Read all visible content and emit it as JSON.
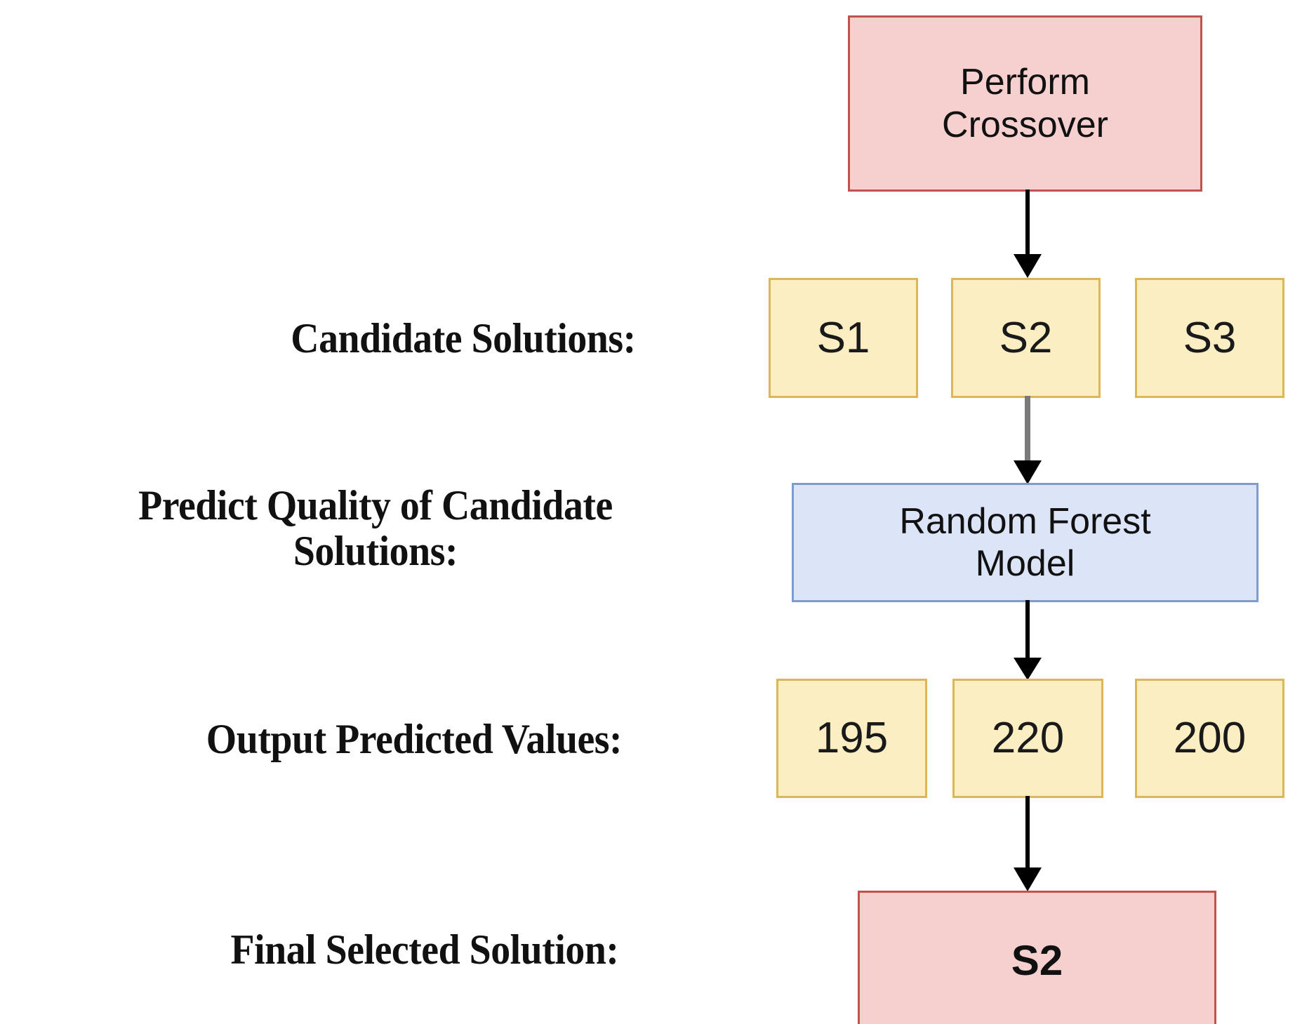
{
  "diagram": {
    "title": "Crossover and Random Forest based candidate solution selection flow",
    "colors": {
      "pink_fill": "#f6cfcf",
      "pink_border": "#c0524f",
      "yellow_fill": "#fbeec2",
      "yellow_border": "#dcb659",
      "blue_fill": "#dbe5f7",
      "blue_border": "#7d9dd0",
      "arrow_black": "#000000",
      "arrow_gray": "#7a7a7a",
      "background": "#ffffff",
      "text": "#111111"
    },
    "stage_labels": [
      {
        "id": "candidate-solutions",
        "text": "Candidate Solutions:"
      },
      {
        "id": "predict-quality",
        "text": "Predict Quality of Candidate\nSolutions:"
      },
      {
        "id": "output-predicted-values",
        "text": "Output Predicted Values:"
      },
      {
        "id": "final-selected-solution",
        "text": "Final Selected Solution:"
      }
    ],
    "nodes": {
      "perform_crossover": {
        "label": "Perform\nCrossover",
        "style": "pink"
      },
      "random_forest": {
        "label": "Random Forest\nModel",
        "style": "blue"
      },
      "final_solution": {
        "label": "S2",
        "style": "pink-bold"
      }
    },
    "candidate_solutions": [
      {
        "label": "S1"
      },
      {
        "label": "S2"
      },
      {
        "label": "S3"
      }
    ],
    "predicted_values": [
      {
        "label": "195"
      },
      {
        "label": "220"
      },
      {
        "label": "200"
      }
    ],
    "arrows": [
      {
        "id": "crossover-to-s2",
        "from": "perform_crossover",
        "to": "candidate_s2",
        "color": "#000000"
      },
      {
        "id": "s2-to-random-forest",
        "from": "candidate_s2",
        "to": "random_forest",
        "color": "#7a7a7a"
      },
      {
        "id": "random-forest-to-220",
        "from": "random_forest",
        "to": "value_220",
        "color": "#000000"
      },
      {
        "id": "value220-to-final",
        "from": "value_220",
        "to": "final_solution",
        "color": "#000000"
      }
    ]
  }
}
